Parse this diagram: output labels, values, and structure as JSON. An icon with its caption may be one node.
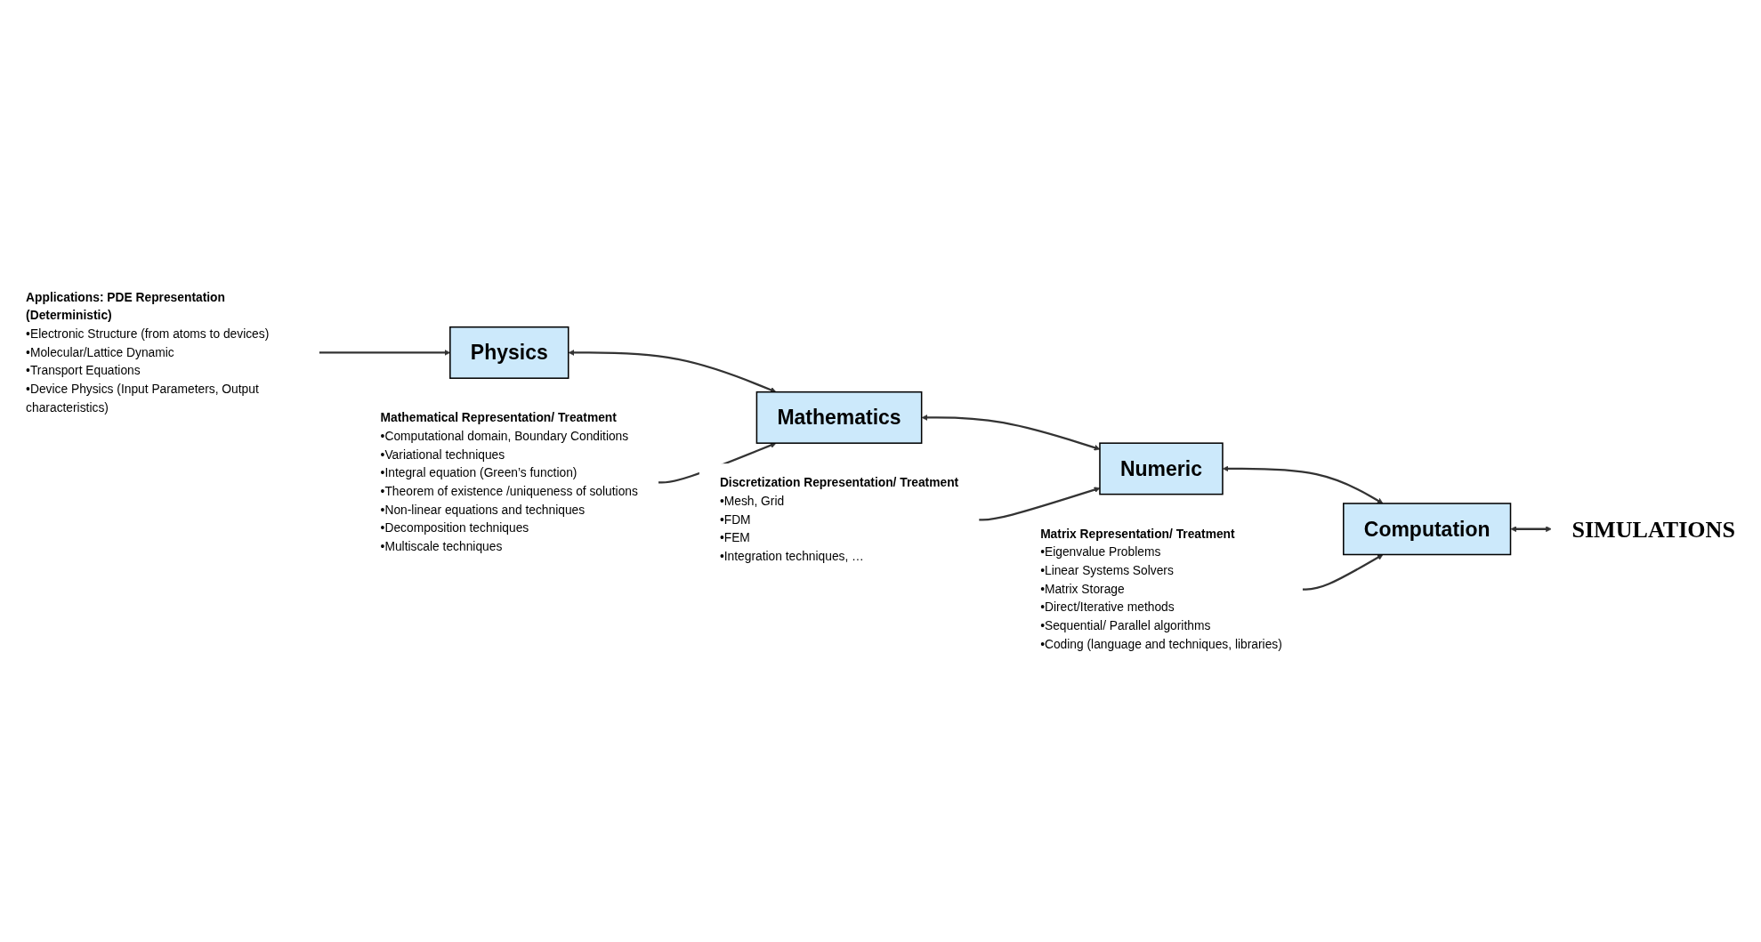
{
  "diagram": {
    "nodes": [
      {
        "text": [
          "Physics"
        ]
      },
      {
        "text": [
          "Mathematics"
        ]
      },
      {
        "text": [
          "Numeric"
        ]
      },
      {
        "text": [
          "Computation"
        ]
      },
      {
        "text": [
          "SIMULATIONS"
        ]
      },
      {
        "text": [
          "Applications: PDE Representation (Deterministic)",
          "•Electronic Structure (from atoms to devices)",
          "•Molecular/Lattice Dynamic",
          "•Transport Equations",
          "•Device Physics (Input Parameters, Output characteristics)"
        ]
      },
      {
        "text": [
          "Mathematical Representation/ Treatment",
          "•Computational domain, Boundary Conditions",
          "•Variational  techniques",
          "•Integral equation (Green’s function)",
          "•Theorem of existence /uniqueness of solutions",
          "•Non-linear equations and techniques",
          "•Decomposition techniques",
          "•Multiscale techniques"
        ]
      },
      {
        "text": [
          "Discretization Representation/ Treatment",
          "•Mesh, Grid",
          "•FDM",
          "•FEM",
          "•Integration techniques, …"
        ]
      },
      {
        "text": [
          "Matrix Representation/ Treatment",
          "•Eigenvalue Problems",
          "•Linear Systems Solvers",
          "•Matrix Storage",
          "•Direct/Iterative methods",
          "•Sequential/ Parallel algorithms",
          "•Coding (language and techniques, libraries)"
        ]
      }
    ],
    "edges": [
      {
        "from": 0,
        "to": 1,
        "arrow": "both"
      },
      {
        "from": 1,
        "to": 2,
        "arrow": "both"
      },
      {
        "from": 2,
        "to": 3,
        "arrow": "both"
      },
      {
        "from": 3,
        "to": 4,
        "arrow": "both"
      },
      {
        "from": 5,
        "to": 0,
        "arrow": "to"
      },
      {
        "from": 6,
        "to": 1,
        "arrow": "to"
      },
      {
        "from": 7,
        "to": 2,
        "arrow": "to"
      },
      {
        "from": 8,
        "to": 3,
        "arrow": "to"
      }
    ]
  }
}
